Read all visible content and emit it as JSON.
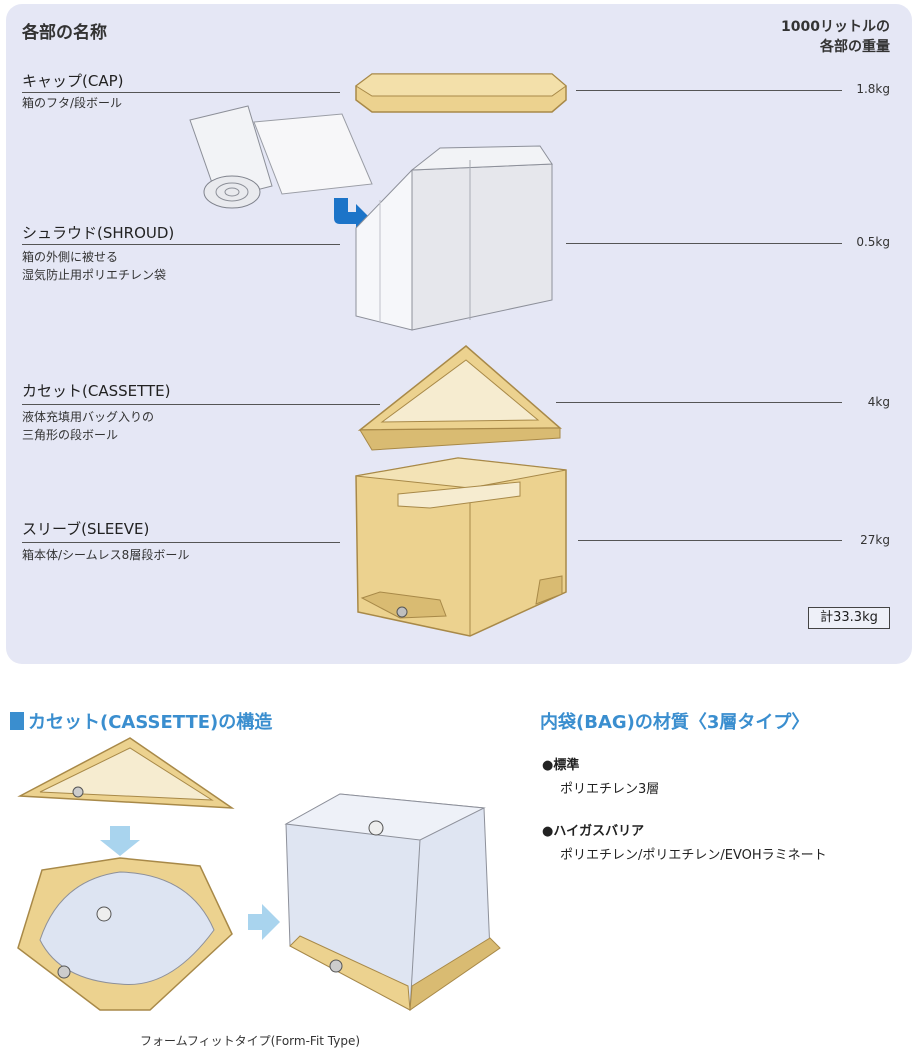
{
  "header": {
    "title": "各部の名称",
    "weight_title_1": "1000リットルの",
    "weight_title_2": "各部の重量"
  },
  "parts": [
    {
      "name": "キャップ(CAP)",
      "desc1": "箱のフタ/段ボール",
      "desc2": "",
      "weight": "1.8kg"
    },
    {
      "name": "シュラウド(SHROUD)",
      "desc1": "箱の外側に被せる",
      "desc2": "湿気防止用ポリエチレン袋",
      "weight": "0.5kg"
    },
    {
      "name": "カセット(CASSETTE)",
      "desc1": "液体充填用バッグ入りの",
      "desc2": "三角形の段ボール",
      "weight": "4kg"
    },
    {
      "name": "スリーブ(SLEEVE)",
      "desc1": "箱本体/シームレス8層段ボール",
      "desc2": "",
      "weight": "27kg"
    }
  ],
  "total": "計33.3kg",
  "cassette_section": {
    "title": "カセット(CASSETTE)の構造",
    "caption": "フォームフィットタイプ(Form-Fit Type)"
  },
  "bag_section": {
    "title": "内袋(BAG)の材質〈3層タイプ〉",
    "items": [
      {
        "label": "●標準",
        "value": "ポリエチレン3層"
      },
      {
        "label": "●ハイガスバリア",
        "value": "ポリエチレン/ポリエチレン/EVOHラミネート"
      }
    ]
  },
  "colors": {
    "panel_bg": "#e5e7f5",
    "cardboard": "#ecd28f",
    "accent_blue": "#3a8ecf",
    "arrow_blue": "#1c74c8"
  }
}
